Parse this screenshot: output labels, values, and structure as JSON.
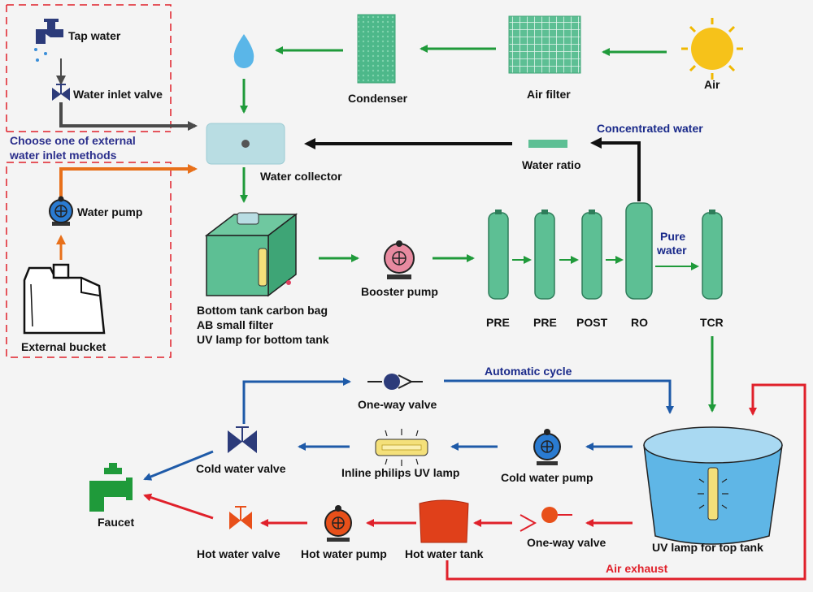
{
  "labels": {
    "tap_water": "Tap water",
    "water_inlet_valve": "Water inlet valve",
    "choose_line1": "Choose one of external",
    "choose_line2": "water inlet methods",
    "water_pump": "Water pump",
    "external_bucket": "External bucket",
    "condenser": "Condenser",
    "air_filter": "Air filter",
    "air": "Air",
    "water_collector": "Water collector",
    "concentrated_water": "Concentrated water",
    "water_ratio": "Water ratio",
    "bottom_tank_line1": "Bottom tank carbon bag",
    "bottom_tank_line2": "AB small filter",
    "bottom_tank_line3": "UV lamp for bottom tank",
    "booster_pump": "Booster pump",
    "pure_line1": "Pure",
    "pure_line2": "water",
    "pre1": "PRE",
    "pre2": "PRE",
    "post": "POST",
    "ro": "RO",
    "tcr": "TCR",
    "automatic_cycle": "Automatic cycle",
    "one_way_valve_top": "One-way valve",
    "cold_water_valve": "Cold water valve",
    "inline_uv": "Inline philips UV lamp",
    "cold_water_pump": "Cold water pump",
    "faucet": "Faucet",
    "hot_water_valve": "Hot water valve",
    "hot_water_pump": "Hot water pump",
    "hot_water_tank": "Hot water tank",
    "one_way_valve_bottom": "One-way valve",
    "uv_top_tank": "UV lamp for top tank",
    "air_exhaust": "Air exhaust"
  },
  "colors": {
    "green_arrow": "#1f9a3a",
    "blue_arrow": "#1e5aa8",
    "red_arrow": "#e0202a",
    "orange_arrow": "#e8701a",
    "gray_arrow": "#4a4a4a",
    "filter_green": "#5dbf94",
    "tank_blue": "#5fb6e6",
    "dashed_border": "#e0202a"
  },
  "icons": [
    "tap-icon",
    "valve-icon",
    "pump-icon",
    "bucket-icon",
    "droplet-icon",
    "condenser-icon",
    "air-filter-icon",
    "sun-icon",
    "water-collector-icon",
    "bottom-tank-icon",
    "filter-cartridge-icon",
    "uv-lamp-icon",
    "one-way-valve-icon",
    "faucet-icon",
    "hot-water-tank-icon",
    "top-tank-icon"
  ]
}
